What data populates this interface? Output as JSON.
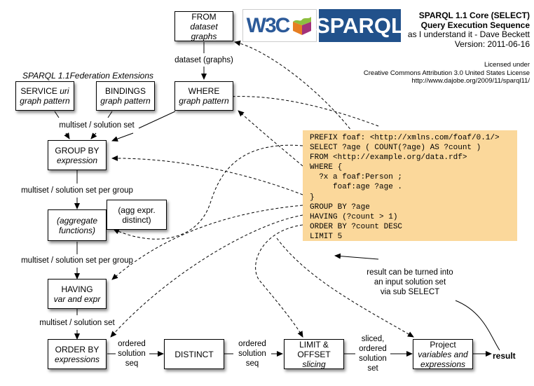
{
  "header": {
    "logos": {
      "w3c": "W3C",
      "sparql": "SPARQL",
      "cube_icon": "w3c-cube-icon"
    },
    "title_line1": "SPARQL 1.1 Core (SELECT)",
    "title_line2": "Query Execution Sequence",
    "subtitle": "as I understand it - Dave Beckett",
    "version": "Version: 2011-06-16",
    "license_line1": "Licensed under",
    "license_line2": "Creative Commons Attribution 3.0 United States License",
    "license_url": "http://www.dajobe.org/2009/11/sparql11/"
  },
  "federation": {
    "title": "SPARQL 1.1Federation Extensions"
  },
  "nodes": {
    "from": {
      "title": "FROM",
      "sub1": "dataset",
      "sub2": "graphs"
    },
    "where": {
      "title": "WHERE",
      "sub": "graph pattern"
    },
    "service": {
      "title": "SERVICE",
      "title_italic": "uri",
      "sub": "graph pattern"
    },
    "bindings": {
      "title": "BINDINGS",
      "sub": "graph pattern"
    },
    "group_by": {
      "title": "GROUP BY",
      "sub": "expression"
    },
    "aggregate": {
      "line1": "(aggregate",
      "line2": "functions)"
    },
    "agg_distinct": {
      "line1": "(agg expr.",
      "line2": "distinct)"
    },
    "having": {
      "title": "HAVING",
      "sub": "var and expr"
    },
    "order_by": {
      "title": "ORDER BY",
      "sub": "expressions"
    },
    "distinct": {
      "title": "DISTINCT"
    },
    "limit": {
      "line1": "LIMIT &",
      "line2": "OFFSET",
      "sub": "slicing"
    },
    "project": {
      "title": "Project",
      "sub1": "variables and",
      "sub2": "expressions"
    }
  },
  "edge_labels": {
    "dataset": "dataset (graphs)",
    "multiset1": "multiset / solution set",
    "per_group1": "multiset / solution set per group",
    "per_group2": "multiset / solution set per group",
    "multiset2": "multiset / solution set",
    "ordered1": [
      "ordered",
      "solution",
      "seq"
    ],
    "ordered2": [
      "ordered",
      "solution",
      "seq"
    ],
    "sliced": [
      "sliced,",
      "ordered",
      "solution",
      "set"
    ],
    "result": "result",
    "note": [
      "result can be turned into",
      "an input solution set",
      "via sub SELECT"
    ]
  },
  "query": {
    "lines": [
      "PREFIX foaf: <http://xmlns.com/foaf/0.1/>",
      "SELECT ?age ( COUNT(?age) AS ?count )",
      "FROM <http://example.org/data.rdf>",
      "WHERE {",
      "  ?x a foaf:Person ;",
      "     foaf:age ?age .",
      "}",
      "GROUP BY ?age",
      "HAVING (?count > 1)",
      "ORDER BY ?count DESC",
      "LIMIT 5"
    ],
    "background": "#fbd89b"
  }
}
